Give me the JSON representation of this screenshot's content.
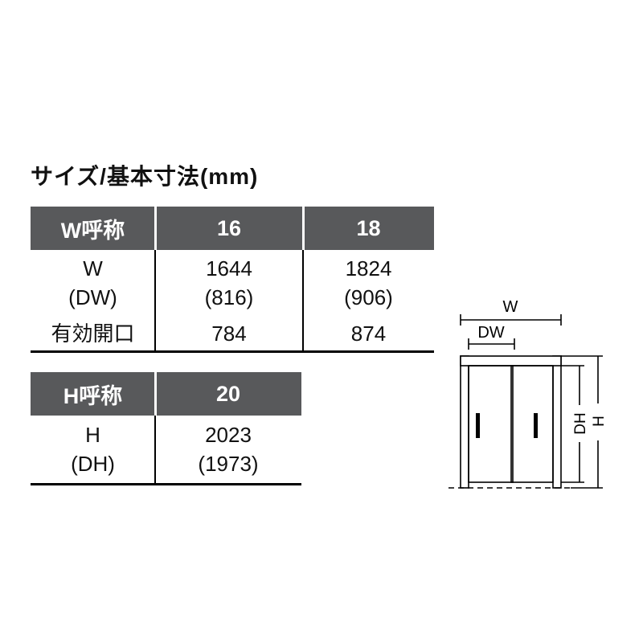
{
  "title": "サイズ/基本寸法(mm)",
  "w_table": {
    "headers": [
      "W呼称",
      "16",
      "18"
    ],
    "rows": [
      {
        "cells": [
          [
            "W",
            "(DW)"
          ],
          [
            "1644",
            "(816)"
          ],
          [
            "1824",
            "(906)"
          ]
        ]
      },
      {
        "cells": [
          [
            "有効開口"
          ],
          [
            "784"
          ],
          [
            "874"
          ]
        ]
      }
    ]
  },
  "h_table": {
    "headers": [
      "H呼称",
      "20"
    ],
    "rows": [
      {
        "cells": [
          [
            "H",
            "(DH)"
          ],
          [
            "2023",
            "(1973)"
          ]
        ]
      }
    ]
  },
  "diagram": {
    "labels": {
      "w": "W",
      "dw": "DW",
      "h": "H",
      "dh": "DH"
    }
  },
  "colors": {
    "header_bg": "#58595B",
    "line_color": "#000000",
    "text_color": "#111111"
  }
}
